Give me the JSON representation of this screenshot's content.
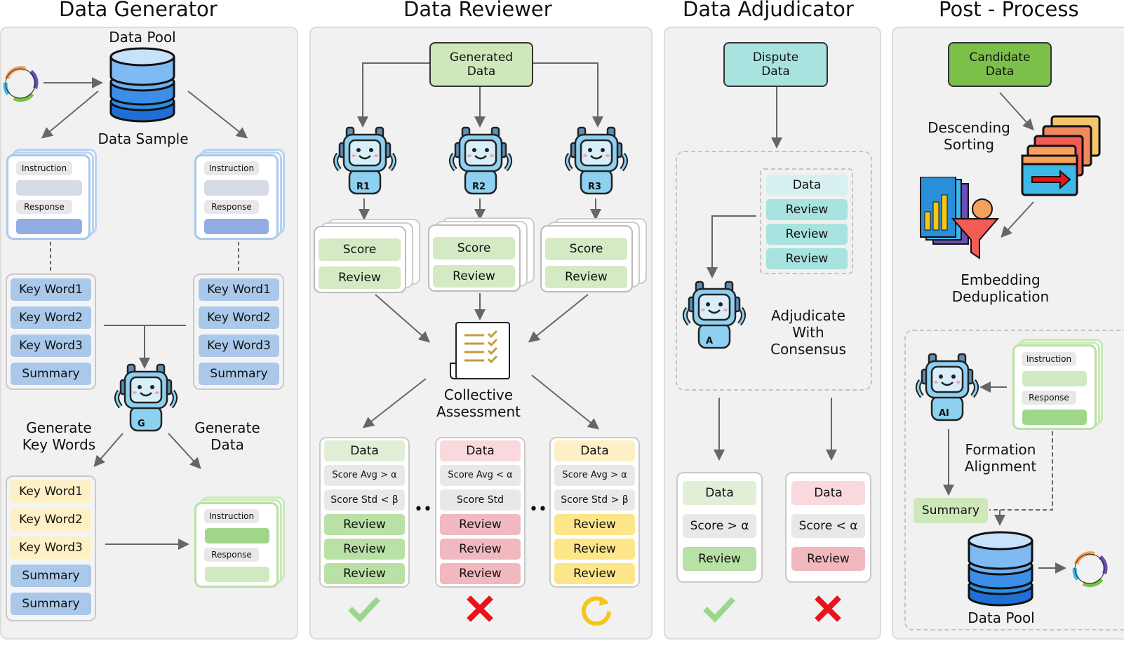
{
  "panels": {
    "generator": "Data Generator",
    "reviewer": "Data Reviewer",
    "adjudicator": "Data Adjudicator",
    "post": "Post - Process"
  },
  "generator": {
    "data_pool": "Data Pool",
    "data_sample": "Data Sample",
    "instruction": "Instruction",
    "response": "Response",
    "keywords": [
      "Key Word1",
      "Key Word2",
      "Key Word3",
      "Summary"
    ],
    "robot": "G",
    "gen_keywords": "Generate\nKey Words",
    "gen_data": "Generate\nData",
    "output_keywords": [
      "Key Word1",
      "Key Word2",
      "Key Word3",
      "Summary",
      "Summary"
    ]
  },
  "reviewer": {
    "generated_data": "Generated\nData",
    "robots": [
      "R1",
      "R2",
      "R3"
    ],
    "score": "Score",
    "review": "Review",
    "collective": "Collective\nAssessment",
    "results": [
      {
        "data": "Data",
        "avg": "Score Avg > α",
        "std": "Score Std < β",
        "reviews": [
          "Review",
          "Review",
          "Review"
        ],
        "outcome": "accept",
        "color": "#b9e0a5"
      },
      {
        "data": "Data",
        "avg": "Score Avg < α",
        "std": "Score Std",
        "reviews": [
          "Review",
          "Review",
          "Review"
        ],
        "outcome": "reject",
        "color": "#f2b8bf"
      },
      {
        "data": "Data",
        "avg": "Score Avg > α",
        "std": "Score Std > β",
        "reviews": [
          "Review",
          "Review",
          "Review"
        ],
        "outcome": "retry",
        "color": "#fde68a"
      }
    ],
    "dots": "••"
  },
  "adjudicator": {
    "dispute_data": "Dispute\nData",
    "stack": [
      "Data",
      "Review",
      "Review",
      "Review"
    ],
    "robot": "A",
    "adjudicate": "Adjudicate\nWith\nConsensus",
    "results": [
      {
        "data": "Data",
        "score": "Score > α",
        "review": "Review",
        "outcome": "accept"
      },
      {
        "data": "Data",
        "score": "Score < α",
        "review": "Review",
        "outcome": "reject"
      }
    ]
  },
  "post": {
    "candidate_data": "Candidate\nData",
    "sorting": "Descending\nSorting",
    "dedup": "Embedding\nDeduplication",
    "robot": "AI",
    "instruction": "Instruction",
    "response": "Response",
    "formation": "Formation\nAlignment",
    "summary": "Summary",
    "data_pool": "Data Pool"
  },
  "colors": {
    "panel": "#f1f1f1",
    "keyword_blue": "#a9c8ea",
    "keyword_yellow": "#fdf0c4",
    "accept": "#8fd17a",
    "reject": "#e8141b",
    "retry": "#f5c518",
    "dispute_teal": "#a8e3df",
    "candidate_green": "#7cc04a"
  }
}
